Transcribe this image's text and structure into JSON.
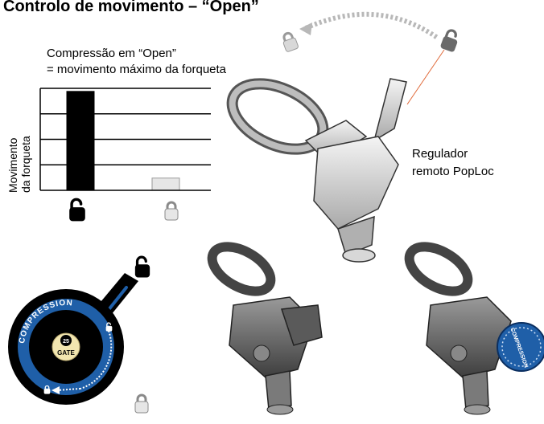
{
  "title": "Controlo de movimento – “Open”",
  "caption": {
    "line1": "Compressão em “Open”",
    "line2": "= movimento máximo da forqueta"
  },
  "chart_data": {
    "type": "bar",
    "categories": [
      "open",
      "locked"
    ],
    "values": [
      0.97,
      0.12
    ],
    "colors": [
      "#000000",
      "#e6e6e6"
    ],
    "ylabel_lines": [
      "Movimento",
      "da forqueta"
    ],
    "ylim": [
      0,
      1
    ],
    "grid": true
  },
  "remote_label": {
    "line1": "Regulador",
    "line2": "remoto PopLoc"
  },
  "dial": {
    "ring_text": "COMPRESSION",
    "center_top": "25",
    "center_bottom": "GATE",
    "colors": {
      "ring": "#1f5fa8",
      "center": "#f2e6b0"
    }
  },
  "side_dial_text": "COMPRESSION",
  "icons": [
    "open-padlock-icon",
    "closed-padlock-icon",
    "dotted-arc-arrow-icon"
  ]
}
